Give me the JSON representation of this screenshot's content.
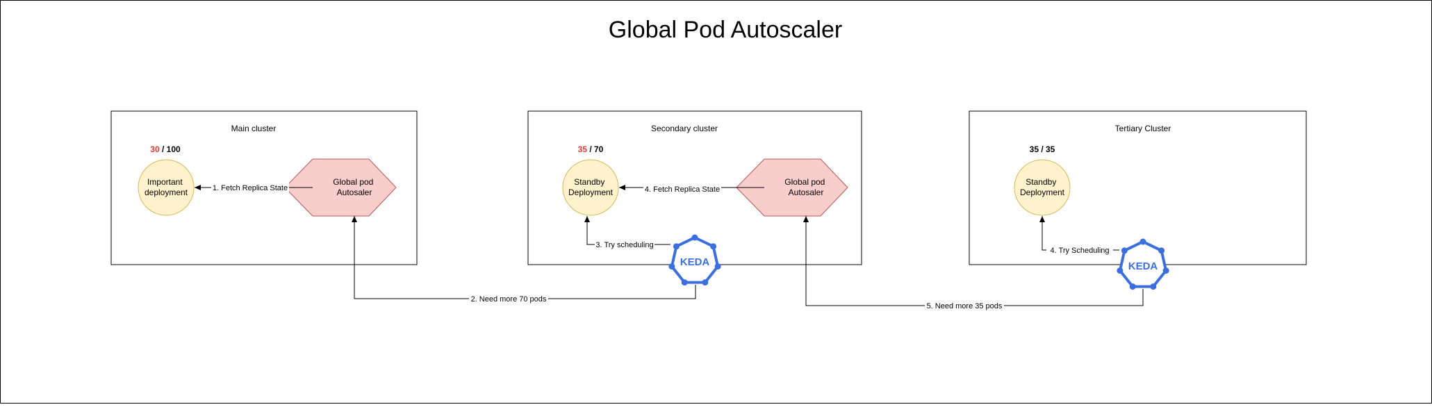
{
  "title": "Global Pod Autoscaler",
  "colors": {
    "outline": "#000000",
    "edge": "#000000",
    "deployment_fill": "#FFF2CC",
    "deployment_stroke": "#D6B656",
    "autoscaler_fill": "#F8CECC",
    "autoscaler_stroke": "#B85450",
    "keda_blue": "#3B6FE0",
    "ratio_highlight": "#E53935"
  },
  "clusters": [
    {
      "name": "Main cluster",
      "ratio_used": "30",
      "ratio_rest": " / 100",
      "deployment": [
        "Important",
        "deployment"
      ],
      "autoscaler": [
        "Global pod",
        "Autosaler"
      ],
      "fetch_label": "1. Fetch Replica State"
    },
    {
      "name": "Secondary cluster",
      "ratio_used": "35",
      "ratio_rest": " / 70",
      "deployment": [
        "Standby",
        "Deployment"
      ],
      "autoscaler": [
        "Global pod",
        "Autosaler"
      ],
      "fetch_label": "4. Fetch Replica State",
      "schedule_label": "3. Try scheduling"
    },
    {
      "name": "Tertiary Cluster",
      "ratio_full": "35 / 35",
      "deployment": [
        "Standby",
        "Deployment"
      ],
      "schedule_label": "4. Try Scheduling"
    }
  ],
  "keda": {
    "icon": "keda-logo",
    "label": "KEDA"
  },
  "cross_edges": {
    "need_70": "2. Need more 70 pods",
    "need_35": "5. Need more 35 pods"
  }
}
